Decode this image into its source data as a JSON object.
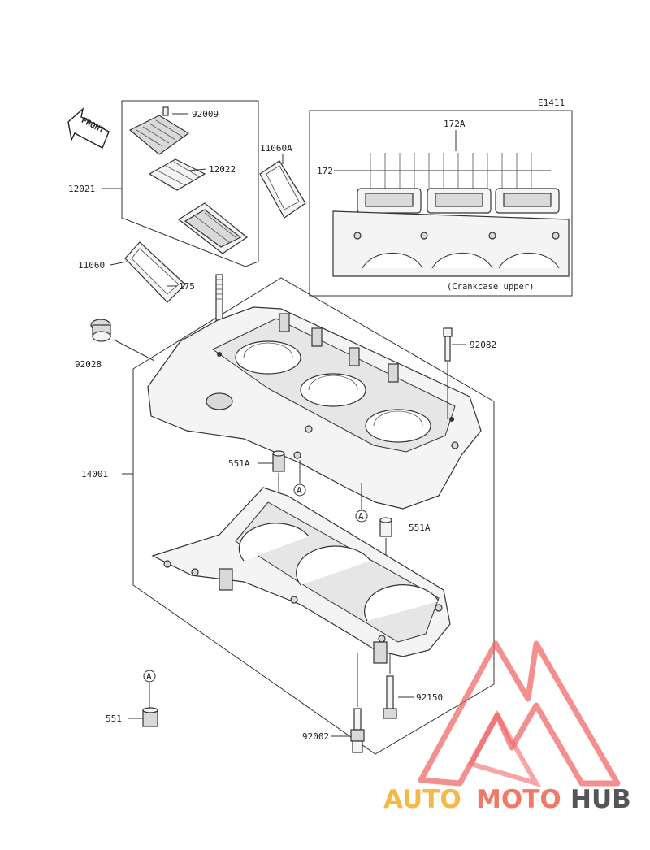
{
  "diagram_code": "E1411",
  "front_label": "FRONT",
  "inset_caption": "(Crankcase upper)",
  "watermark": {
    "word1": "AUTO",
    "word2": "MOTO",
    "word3": "HUB",
    "color1": "#f5b94a",
    "color2": "#f07a6a",
    "color3": "#555555"
  },
  "callouts": {
    "c92009": "92009",
    "c12022": "12022",
    "c12021": "12021",
    "c11060A": "11060A",
    "c11060": "11060",
    "c175": "175",
    "c172A": "172A",
    "c172": "172",
    "c92082": "92082",
    "c92028": "92028",
    "c14001": "14001",
    "c551A_1": "551A",
    "c551A_2": "551A",
    "c92150": "92150",
    "c551": "551",
    "c92002": "92002"
  },
  "ref_marks": {
    "a1": "A",
    "a2": "A",
    "a3": "A"
  }
}
